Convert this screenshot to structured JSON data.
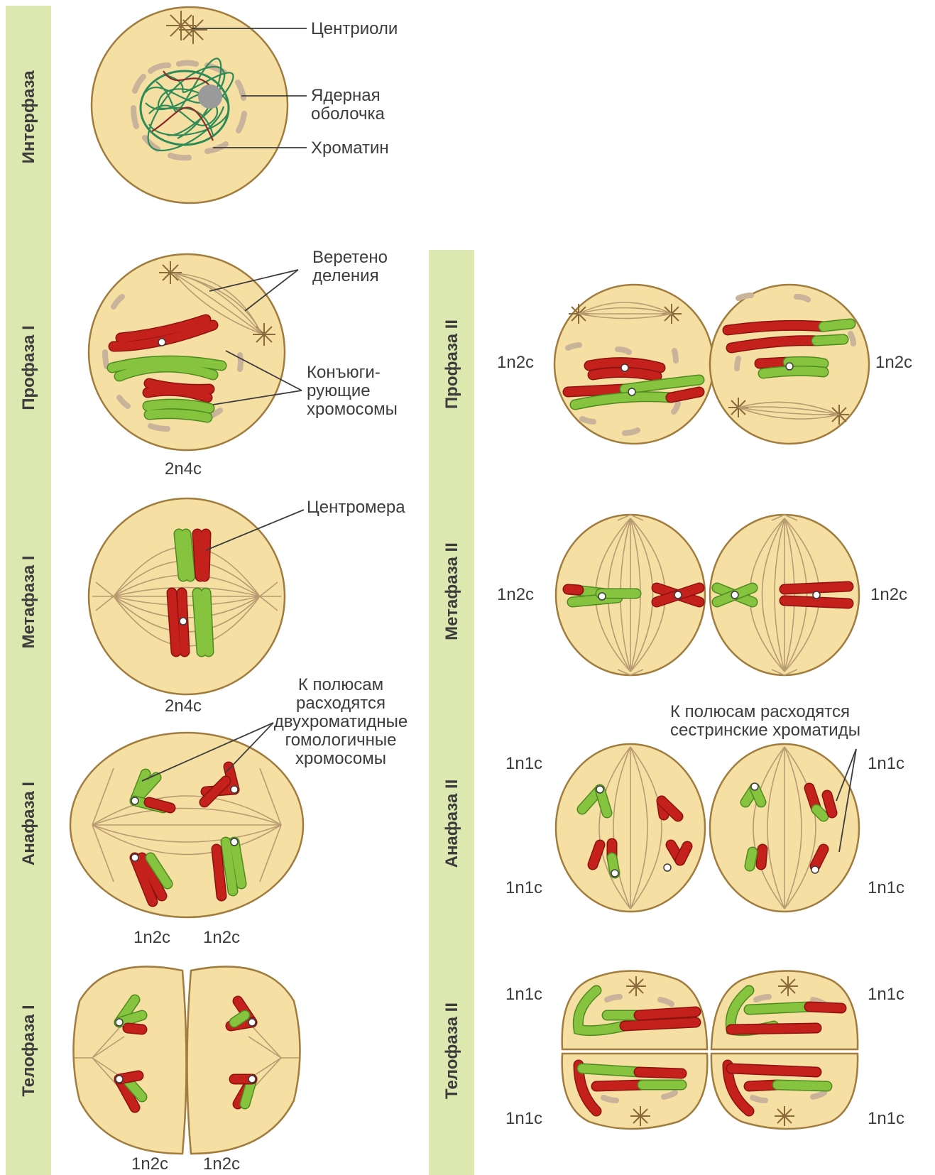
{
  "left_column": {
    "interphase": "Интерфаза",
    "prophase1": "Профаза I",
    "metaphase1": "Метафаза I",
    "anaphase1": "Анафаза I",
    "telophase1": "Телофаза I"
  },
  "right_column": {
    "prophase2": "Профаза II",
    "metaphase2": "Метафаза II",
    "anaphase2": "Анафаза II",
    "telophase2": "Телофаза II"
  },
  "callouts": {
    "centrioles": "Центриоли",
    "nuclear_envelope_1": "Ядерная",
    "nuclear_envelope_2": "оболочка",
    "chromatin": "Хроматин",
    "spindle_1": "Веретено",
    "spindle_2": "деления",
    "conjugating_1": "Конъюги-",
    "conjugating_2": "рующие",
    "conjugating_3": "хромосомы",
    "centromere": "Центромера",
    "anaphase1_note_1": "К полюсам",
    "anaphase1_note_2": "расходятся",
    "anaphase1_note_3": "двухроматидные",
    "anaphase1_note_4": "гомологичные",
    "anaphase1_note_5": "хромосомы",
    "anaphase2_note_1": "К полюсам расходятся",
    "anaphase2_note_2": "сестринские хроматиды"
  },
  "formulas": {
    "prophase1": "2n4c",
    "metaphase1": "2n4c",
    "anaphase1_left": "1n2c",
    "anaphase1_right": "1n2c",
    "telophase1_left": "1n2c",
    "telophase1_right": "1n2c",
    "prophase2_left": "1n2c",
    "prophase2_right": "1n2c",
    "metaphase2_left": "1n2c",
    "metaphase2_right": "1n2c",
    "anaphase2_tl": "1n1c",
    "anaphase2_tr": "1n1c",
    "anaphase2_bl": "1n1c",
    "anaphase2_br": "1n1c",
    "telophase2_tl": "1n1c",
    "telophase2_tr": "1n1c",
    "telophase2_bl": "1n1c",
    "telophase2_br": "1n1c"
  },
  "colors": {
    "cell_fill": "#f6dfa2",
    "cell_border": "#a07c3f",
    "stage_band": "#dde8b0",
    "paternal_chromosome": "#c4211d",
    "maternal_chromosome": "#86c43f",
    "chromatin": "#2e8b57"
  }
}
